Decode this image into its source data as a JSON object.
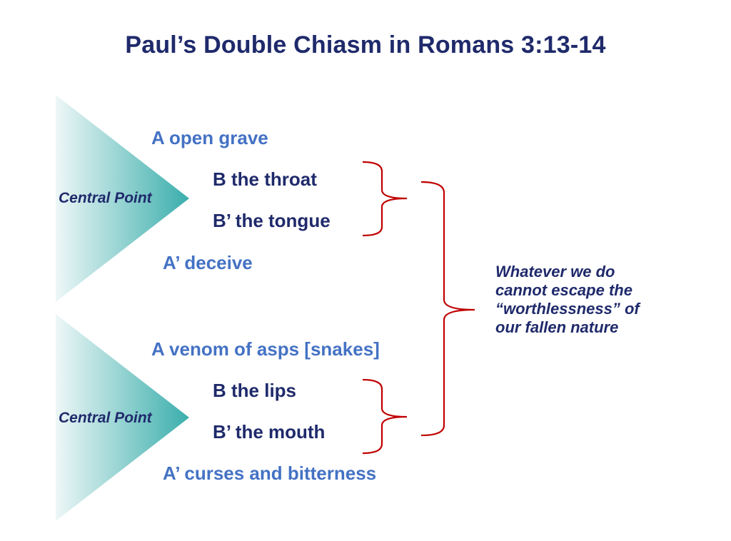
{
  "title": "Paul’s Double Chiasm in Romans 3:13-14",
  "chiasm_1": {
    "central_label": "Central Point",
    "a": "A  open grave",
    "b": "B  the throat",
    "b_prime": "B’ the tongue",
    "a_prime": "A’ deceive"
  },
  "chiasm_2": {
    "central_label": "Central Point",
    "a": "A  venom of asps [snakes]",
    "b": "B  the lips",
    "b_prime": "B’ the mouth",
    "a_prime": "A’ curses and bitterness"
  },
  "conclusion": {
    "line_1": "Whatever we do",
    "line_2": "cannot escape the",
    "line_3": "“worthlessness” of",
    "line_4": "our fallen nature"
  },
  "colors": {
    "title": "#1f2a6b",
    "outer_items": "#4472c4",
    "inner_items": "#1f2a6b",
    "bracket": "#c00000",
    "triangle_dark": "#3aaeac",
    "triangle_light": "#eef7f7"
  }
}
